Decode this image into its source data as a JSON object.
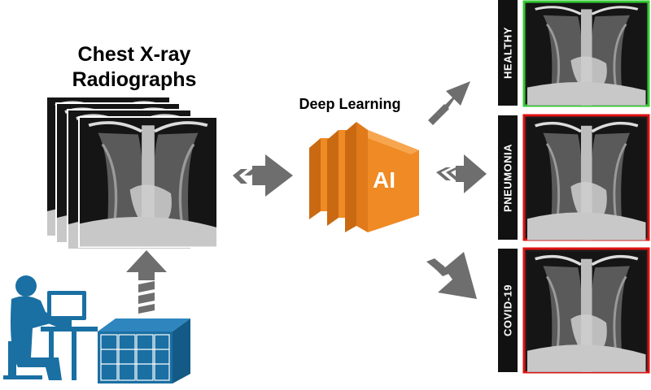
{
  "title": "Chest X-ray Radiographs",
  "title_line1": "Chest X-ray",
  "title_line2": "Radiographs",
  "model_label": "Deep Learning",
  "ai_text": "AI",
  "outputs": [
    {
      "label": "HEALTHY",
      "color": "#33cc33"
    },
    {
      "label": "PNEUMONIA",
      "color": "#dd1111"
    },
    {
      "label": "COVID-19",
      "color": "#dd1111"
    }
  ],
  "colors": {
    "arrow": "#6e6e6e",
    "ai_orange": "#f08a24",
    "ai_orange_dark": "#c96a12",
    "operator_blue": "#1a6fa3",
    "label_bg": "#111111"
  },
  "icons": [
    "operator-at-computer-icon",
    "server-cabinet-icon",
    "xray-stack-icon",
    "ai-chip-icon"
  ]
}
